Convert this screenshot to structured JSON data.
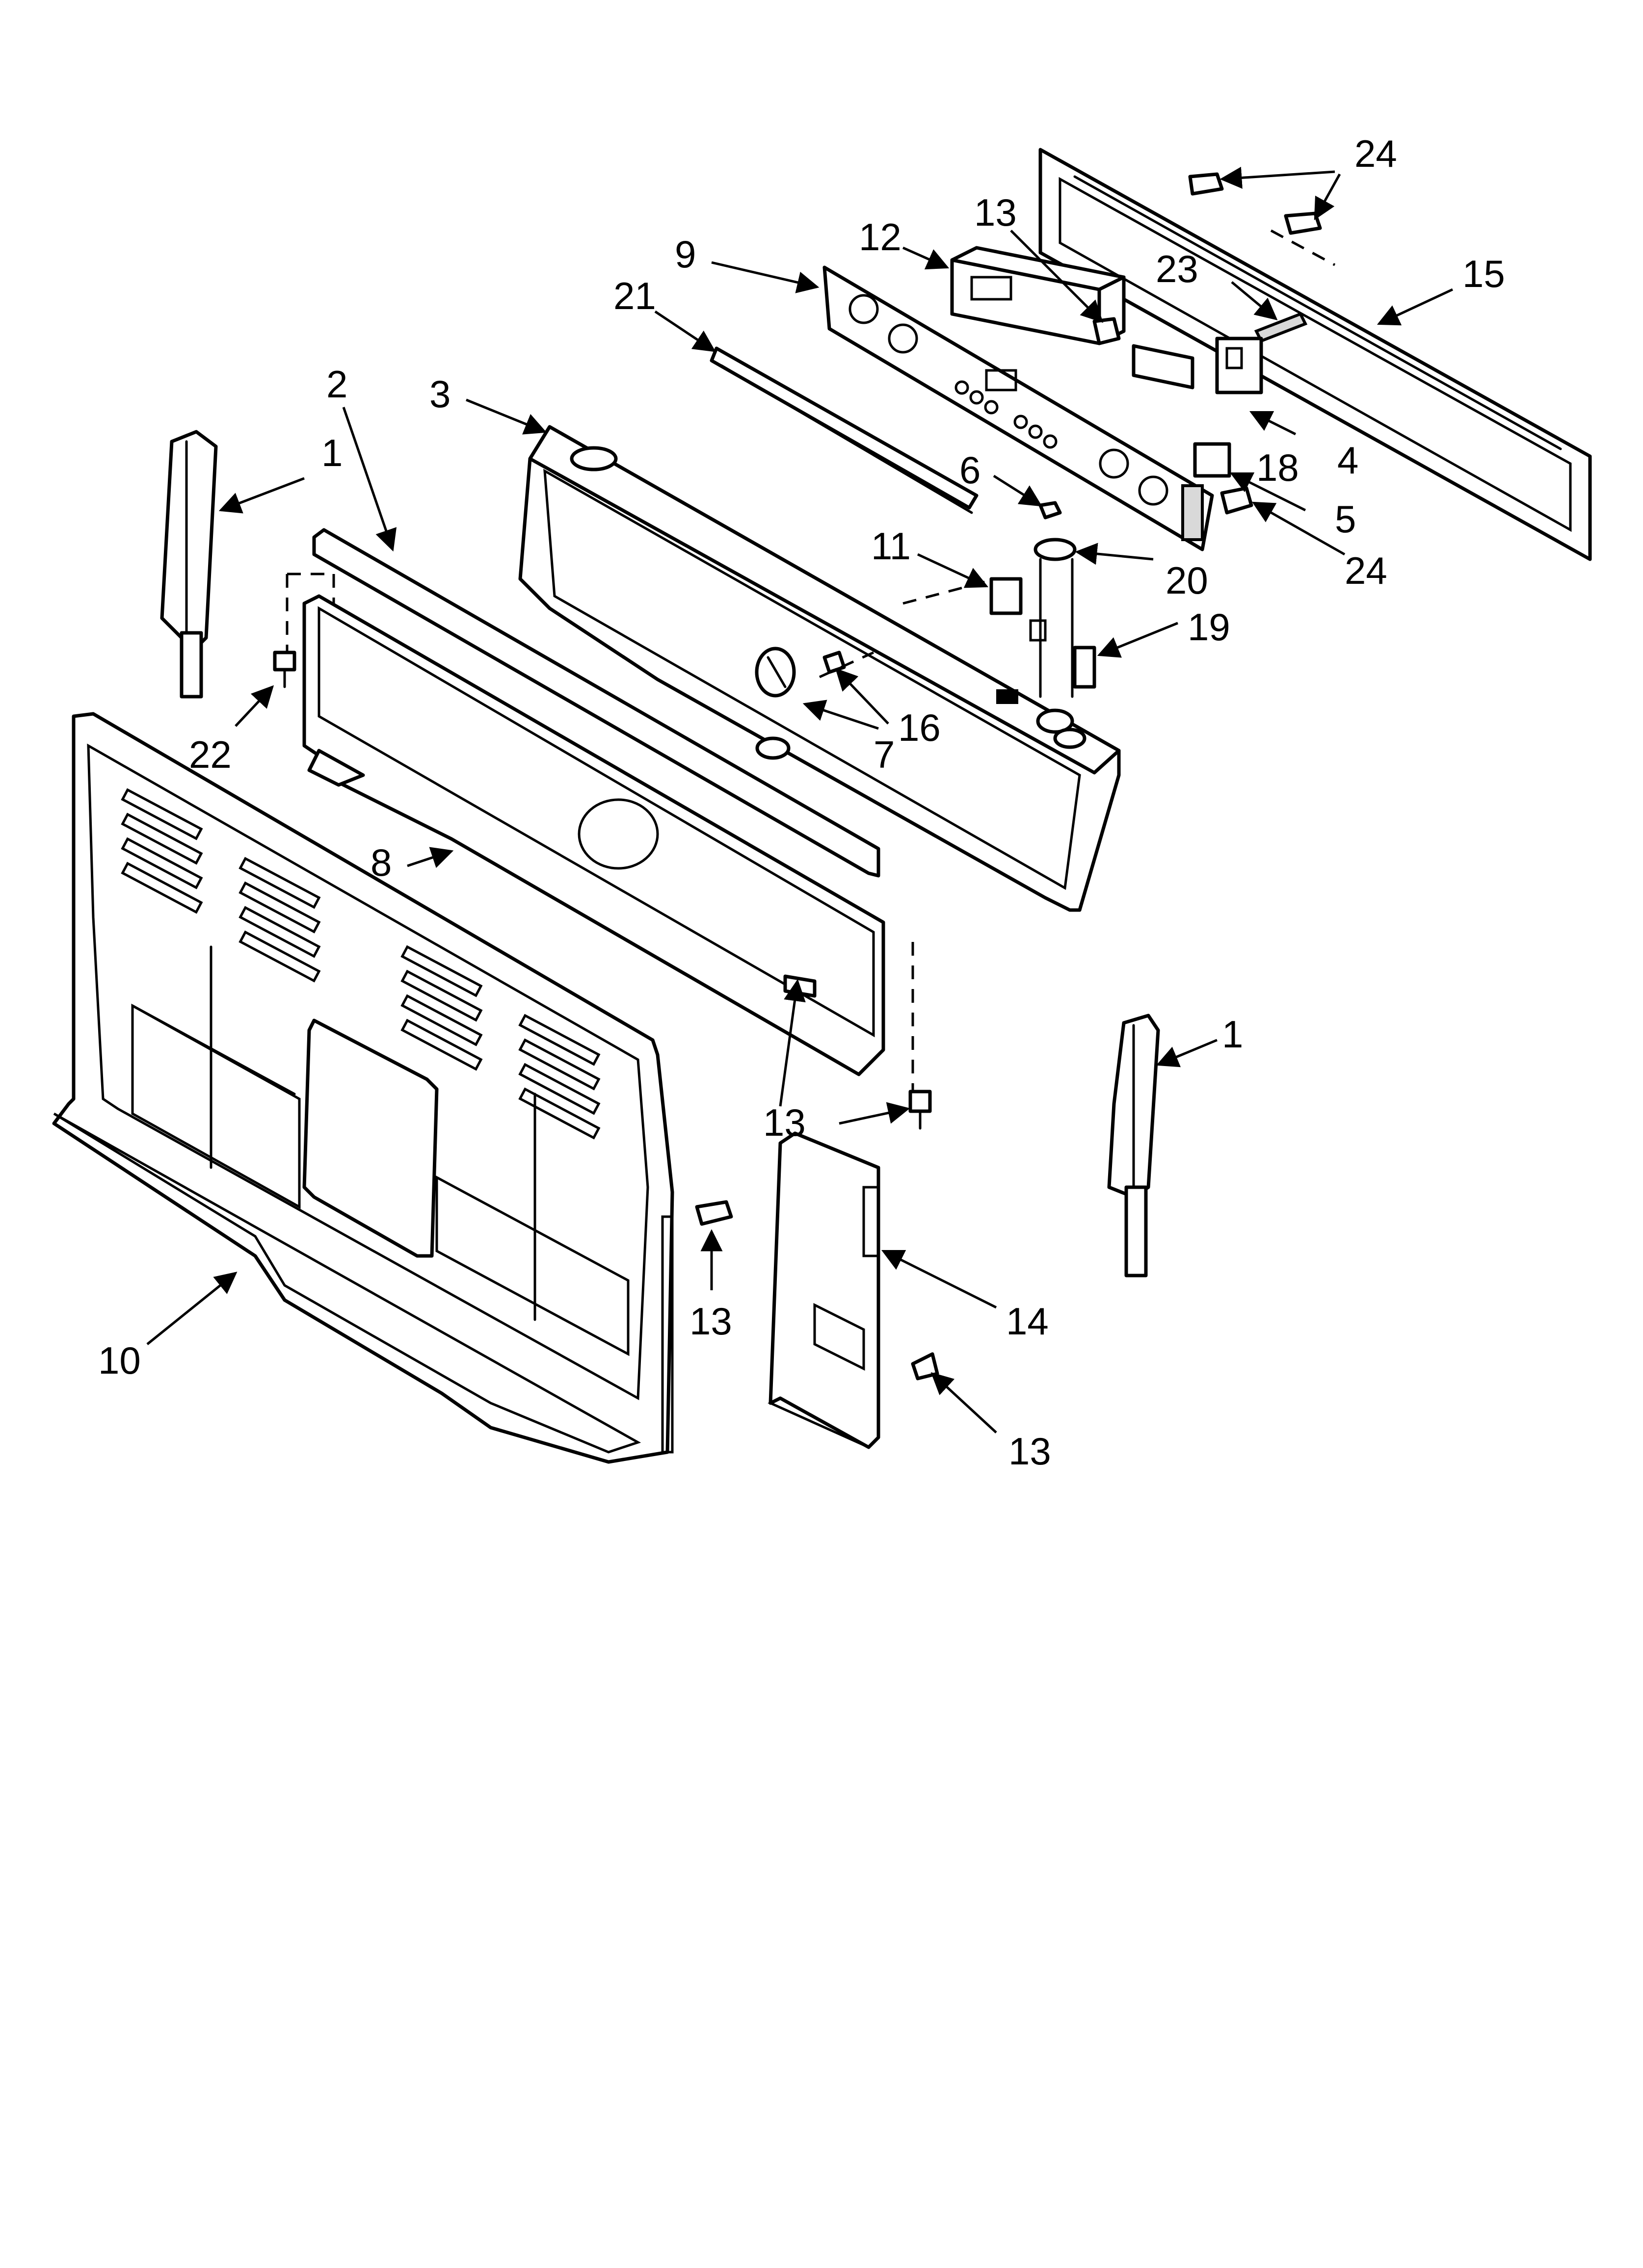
{
  "callouts": [
    {
      "id": "c1a",
      "label": "1"
    },
    {
      "id": "c1b",
      "label": "1"
    },
    {
      "id": "c2",
      "label": "2"
    },
    {
      "id": "c3",
      "label": "3"
    },
    {
      "id": "c4",
      "label": "4"
    },
    {
      "id": "c5",
      "label": "5"
    },
    {
      "id": "c6",
      "label": "6"
    },
    {
      "id": "c7",
      "label": "7"
    },
    {
      "id": "c8",
      "label": "8"
    },
    {
      "id": "c9",
      "label": "9"
    },
    {
      "id": "c10",
      "label": "10"
    },
    {
      "id": "c11",
      "label": "11"
    },
    {
      "id": "c12",
      "label": "12"
    },
    {
      "id": "c13a",
      "label": "13"
    },
    {
      "id": "c13b",
      "label": "13"
    },
    {
      "id": "c13c",
      "label": "13"
    },
    {
      "id": "c13d",
      "label": "13"
    },
    {
      "id": "c14",
      "label": "14"
    },
    {
      "id": "c15",
      "label": "15"
    },
    {
      "id": "c16",
      "label": "16"
    },
    {
      "id": "c18",
      "label": "18"
    },
    {
      "id": "c19",
      "label": "19"
    },
    {
      "id": "c20",
      "label": "20"
    },
    {
      "id": "c21",
      "label": "21"
    },
    {
      "id": "c22",
      "label": "22"
    },
    {
      "id": "c23",
      "label": "23"
    },
    {
      "id": "c24a",
      "label": "24"
    },
    {
      "id": "c24b",
      "label": "24"
    }
  ],
  "colors": {
    "line": "#000000",
    "background": "#ffffff",
    "shade": "#d9d9d9"
  }
}
